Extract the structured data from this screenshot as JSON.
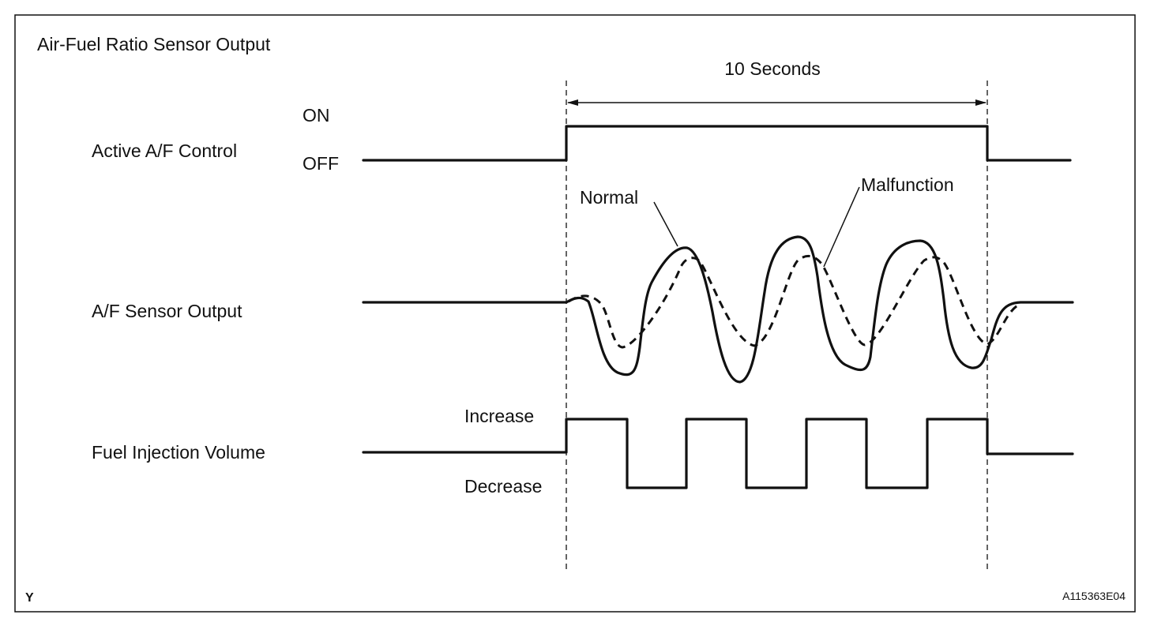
{
  "title": "Air-Fuel Ratio Sensor Output",
  "duration_label": "10 Seconds",
  "rows": {
    "active_control": {
      "label": "Active A/F Control",
      "on_label": "ON",
      "off_label": "OFF"
    },
    "sensor_output": {
      "label": "A/F Sensor Output",
      "normal_label": "Normal",
      "malfunction_label": "Malfunction"
    },
    "fuel_injection": {
      "label": "Fuel Injection Volume",
      "increase_label": "Increase",
      "decrease_label": "Decrease"
    }
  },
  "corner_mark": "Y",
  "figure_id": "A115363E04"
}
